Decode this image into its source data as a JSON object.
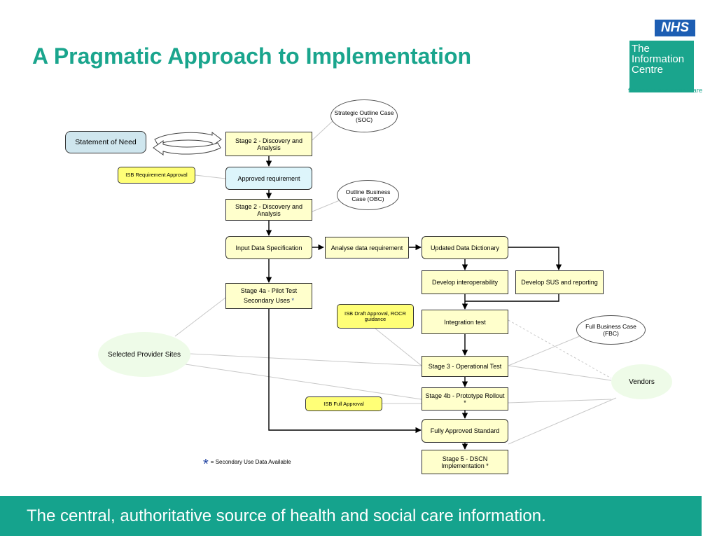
{
  "slide": {
    "title": "A Pragmatic Approach to Implementation",
    "footer": "The central, authoritative source of health and social care information."
  },
  "logo": {
    "badge": "NHS",
    "line1": "The",
    "line2": "Information",
    "line3": "Centre",
    "tagline": "for health and social care"
  },
  "diagram": {
    "statement_of_need": "Statement of Need",
    "soc": "Strategic Outline Case (SOC)",
    "stage2_discovery_1": "Stage 2 - Discovery and Analysis",
    "isb_requirement_approval": "ISB Requirement Approval",
    "approved_requirement": "Approved requirement",
    "obc": "Outline Business Case (OBC)",
    "stage2_discovery_2": "Stage 2 - Discovery and Analysis",
    "input_data_spec": "Input Data Specification",
    "analyse_data_requirement": "Analyse data requirement",
    "updated_data_dictionary": "Updated Data Dictionary",
    "develop_interoperability": "Develop interoperability",
    "develop_sus": "Develop SUS and reporting",
    "stage4a_line1": "Stage 4a - Pilot Test",
    "stage4a_line2": "Secondary Uses",
    "stage4a_star": "*",
    "isb_draft_approval": "ISB Draft Approval, ROCR guidance",
    "integration_test": "Integration test",
    "fbc": "Full Business Case (FBC)",
    "selected_provider_sites": "Selected Provider Sites",
    "stage3_operational": "Stage 3 - Operational Test",
    "vendors": "Vendors",
    "stage4b": "Stage 4b - Prototype Rollout  *",
    "isb_full_approval": "ISB Full Approval",
    "fully_approved_standard": "Fully Approved Standard",
    "stage5": "Stage 5 - DSCN Implementation  *"
  },
  "legend": {
    "star": "*",
    "text": "= Secondary Use Data Available"
  },
  "colors": {
    "accent": "#1aa58d",
    "nhs_blue": "#1d5eb3",
    "process_fill": "#ffffcc",
    "note_fill": "#ffff77",
    "approved_fill": "#ddf5fb",
    "start_fill": "#cfe6ee",
    "site_fill": "#eefbe8"
  }
}
